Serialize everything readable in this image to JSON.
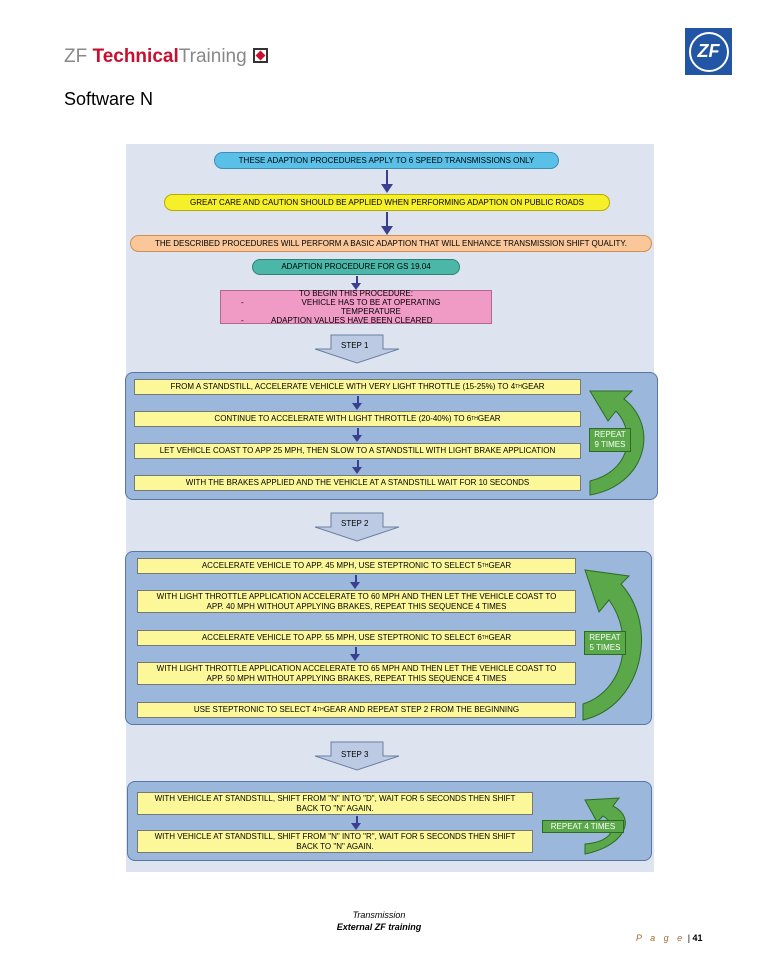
{
  "header": {
    "brand_prefix": "ZF ",
    "brand_technical": "Technical",
    "brand_training": "Training",
    "logo_text": "ZF"
  },
  "page_title": "Software N",
  "flow": {
    "applies": "THESE ADAPTION PROCEDURES APPLY TO 6 SPEED TRANSMISSIONS ONLY",
    "caution": "GREAT CARE AND CAUTION SHOULD BE APPLIED WHEN PERFORMING ADAPTION ON PUBLIC ROADS",
    "described": "THE DESCRIBED PROCEDURES WILL PERFORM A BASIC ADAPTION THAT WILL ENHANCE TRANSMISSION SHIFT QUALITY.",
    "procedure": "ADAPTION PROCEDURE FOR GS 19.04",
    "begin_title": "TO BEGIN THIS PROCEDURE:",
    "begin_item1": "VEHICLE HAS TO BE AT OPERATING TEMPERATURE",
    "begin_item2": "ADAPTION VALUES HAVE BEEN CLEARED",
    "bullet": "-"
  },
  "step1": {
    "label": "STEP 1",
    "box1_a": "FROM A STANDSTILL, ACCELERATE VEHICLE WITH VERY LIGHT THROTTLE (15-25%) TO 4",
    "box1_sup": "TH",
    "box1_b": " GEAR",
    "box2_a": "CONTINUE TO ACCELERATE WITH LIGHT THROTTLE (20-40%) TO 6",
    "box2_sup": "TH",
    "box2_b": " GEAR",
    "box3": "LET VEHICLE COAST TO APP 25 MPH, THEN SLOW TO A STANDSTILL WITH LIGHT BRAKE APPLICATION",
    "box4": "WITH THE BRAKES APPLIED AND THE VEHICLE AT A STANDSTILL WAIT FOR 10 SECONDS",
    "repeat_line1": "REPEAT",
    "repeat_line2": "9 TIMES"
  },
  "step2": {
    "label": "STEP 2",
    "box1_a": "ACCELERATE VEHICLE TO APP. 45 MPH, USE STEPTRONIC TO SELECT 5",
    "box1_sup": "TH",
    "box1_b": " GEAR",
    "box2_line1": "WITH LIGHT THROTTLE APPLICATION ACCELERATE TO 60 MPH AND THEN LET THE VEHICLE COAST TO",
    "box2_line2": "APP. 40 MPH WITHOUT APPLYING BRAKES, REPEAT THIS SEQUENCE 4 TIMES",
    "box3_a": "ACCELERATE VEHICLE TO APP. 55 MPH, USE STEPTRONIC TO SELECT 6",
    "box3_sup": "TH",
    "box3_b": " GEAR",
    "box4_line1": "WITH LIGHT THROTTLE APPLICATION ACCELERATE TO 65 MPH AND THEN LET THE VEHICLE COAST TO",
    "box4_line2": "APP. 50 MPH WITHOUT APPLYING BRAKES, REPEAT THIS SEQUENCE 4 TIMES",
    "box5_a": "USE STEPTRONIC TO SELECT 4",
    "box5_sup": "TH",
    "box5_b": " GEAR AND REPEAT STEP 2 FROM THE BEGINNING",
    "repeat_line1": "REPEAT",
    "repeat_line2": "5 TIMES"
  },
  "step3": {
    "label": "STEP 3",
    "box1_line1": "WITH VEHICLE AT STANDSTILL, SHIFT FROM \"N\" INTO \"D\", WAIT FOR 5 SECONDS THEN SHIFT",
    "box1_line2": "BACK TO \"N\" AGAIN.",
    "box2_line1": "WITH VEHICLE AT STANDSTILL, SHIFT FROM \"N\" INTO \"R\", WAIT FOR 5 SECONDS THEN SHIFT",
    "box2_line2": "BACK TO \"N\" AGAIN.",
    "repeat": "REPEAT 4 TIMES"
  },
  "footer": {
    "line1": "Transmission",
    "line2": "External ZF training",
    "page_label": "P a g e",
    "page_sep": " | ",
    "page_number": "41"
  },
  "colors": {
    "brand_red": "#c8102e",
    "zf_blue": "#2255a4",
    "pill_blue": "#5bc0e8",
    "pill_yellow": "#f6f02a",
    "pill_peach": "#f9c79a",
    "pill_teal": "#4ab7a8",
    "pink": "#f09ac6",
    "panel_blue": "#9bb7dc",
    "box_yellow": "#fcf89a",
    "green": "#5aa84a"
  }
}
